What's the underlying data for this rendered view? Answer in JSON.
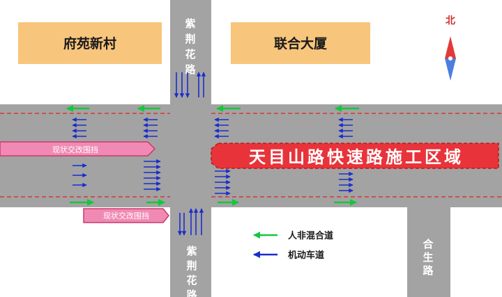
{
  "buildings": [
    {
      "name": "府苑新村"
    },
    {
      "name": "联合大厦"
    }
  ],
  "roads": {
    "zijing_north": "紫荆花路",
    "zijing_south": "紫荆花路",
    "hesheng": "合生路"
  },
  "compass": {
    "label": "北"
  },
  "construction_zone": {
    "label": "天目山路快速路施工区域"
  },
  "barriers": [
    {
      "label": "现状交改围挡"
    },
    {
      "label": "现状交改围挡"
    }
  ],
  "legend": {
    "nonmotor": "人非混合道",
    "motor": "机动车道"
  },
  "colors": {
    "road": "#a3a3a3",
    "building": "#f8c57c",
    "nonmotor_arrow": "#16c63c",
    "motor_arrow": "#1a2dcc",
    "barrier_fill": "#f08ab4",
    "construction_fill": "#e8333a",
    "lane_line": "#e02020"
  }
}
